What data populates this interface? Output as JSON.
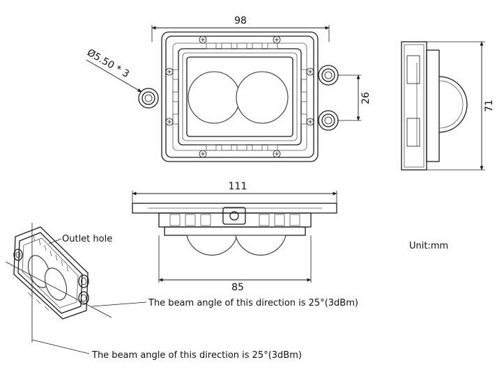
{
  "dimensions": {
    "top_width": "98",
    "hole_label": "Ø5.50 * 3",
    "hole_spacing": "26",
    "side_height": "71",
    "front_width": "111",
    "front_inner_width": "85"
  },
  "labels": {
    "outlet_hole": "Outlet hole",
    "unit": "Unit:mm",
    "beam_angle_1": "The beam angle of this direction is 25°(3dBm)",
    "beam_angle_2": "The beam angle of this direction is 25°(3dBm)"
  }
}
